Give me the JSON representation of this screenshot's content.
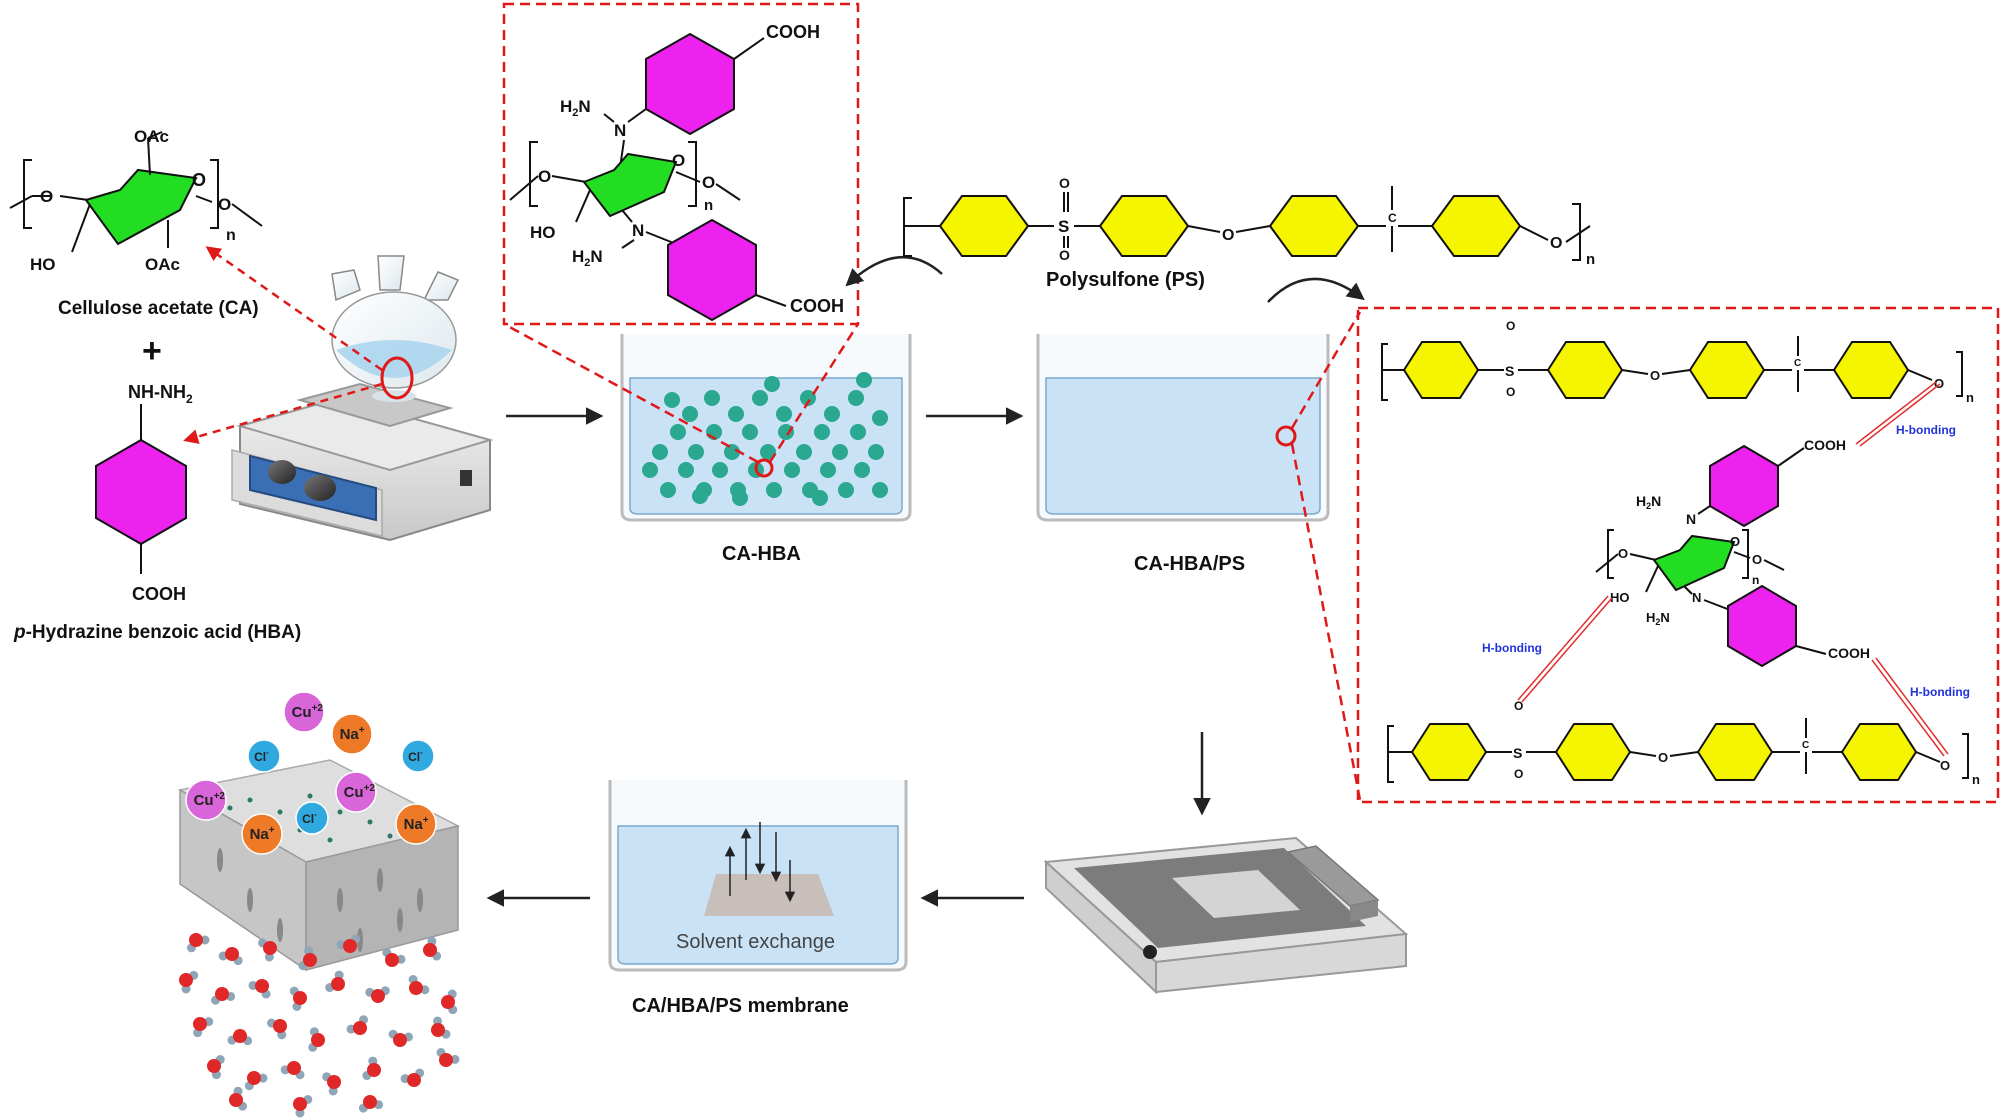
{
  "colors": {
    "hexagon_yellow": "#f5f500",
    "hexagon_magenta": "#ee22ee",
    "glucose_green": "#22dd22",
    "dashed_red": "#e01818",
    "hbond_red": "#e03030",
    "hbond_label": "#2233dd",
    "water_blue": "#c9e2f5",
    "bead_teal": "#2aa890",
    "cu_ion": "#d866d8",
    "na_ion": "#ee7a28",
    "cl_ion": "#30a8e0"
  },
  "captions": {
    "ca": "Cellulose acetate (CA)",
    "hba_prefix": "p",
    "hba_rest": "-Hydrazine benzoic acid (HBA)",
    "ps": "Polysulfone (PS)",
    "ca_hba": "CA-HBA",
    "ca_hba_ps": "CA-HBA/PS",
    "membrane": "CA/HBA/PS membrane",
    "solvent_exchange": "Solvent exchange"
  },
  "chem": {
    "oac": "OAc",
    "ho": "HO",
    "o": "O",
    "n": "n",
    "plus": "+",
    "nh_nh2": "NH-NH",
    "sub2": "2",
    "cooh": "COOH",
    "h2n_h": "H",
    "h2n_n": "N",
    "n_atom": "N",
    "s_atom": "S",
    "c_atom": "C",
    "hbond": "H-bonding"
  },
  "ions": {
    "cu": "Cu",
    "cu_charge": "+2",
    "na": "Na",
    "na_charge": "+",
    "cl": "Cl",
    "cl_charge": "-"
  },
  "icons": [
    "hot-plate-stirrer-icon",
    "three-neck-flask-icon",
    "beaker-icon",
    "film-casting-machine-icon",
    "membrane-block-icon",
    "water-molecules-icon"
  ]
}
